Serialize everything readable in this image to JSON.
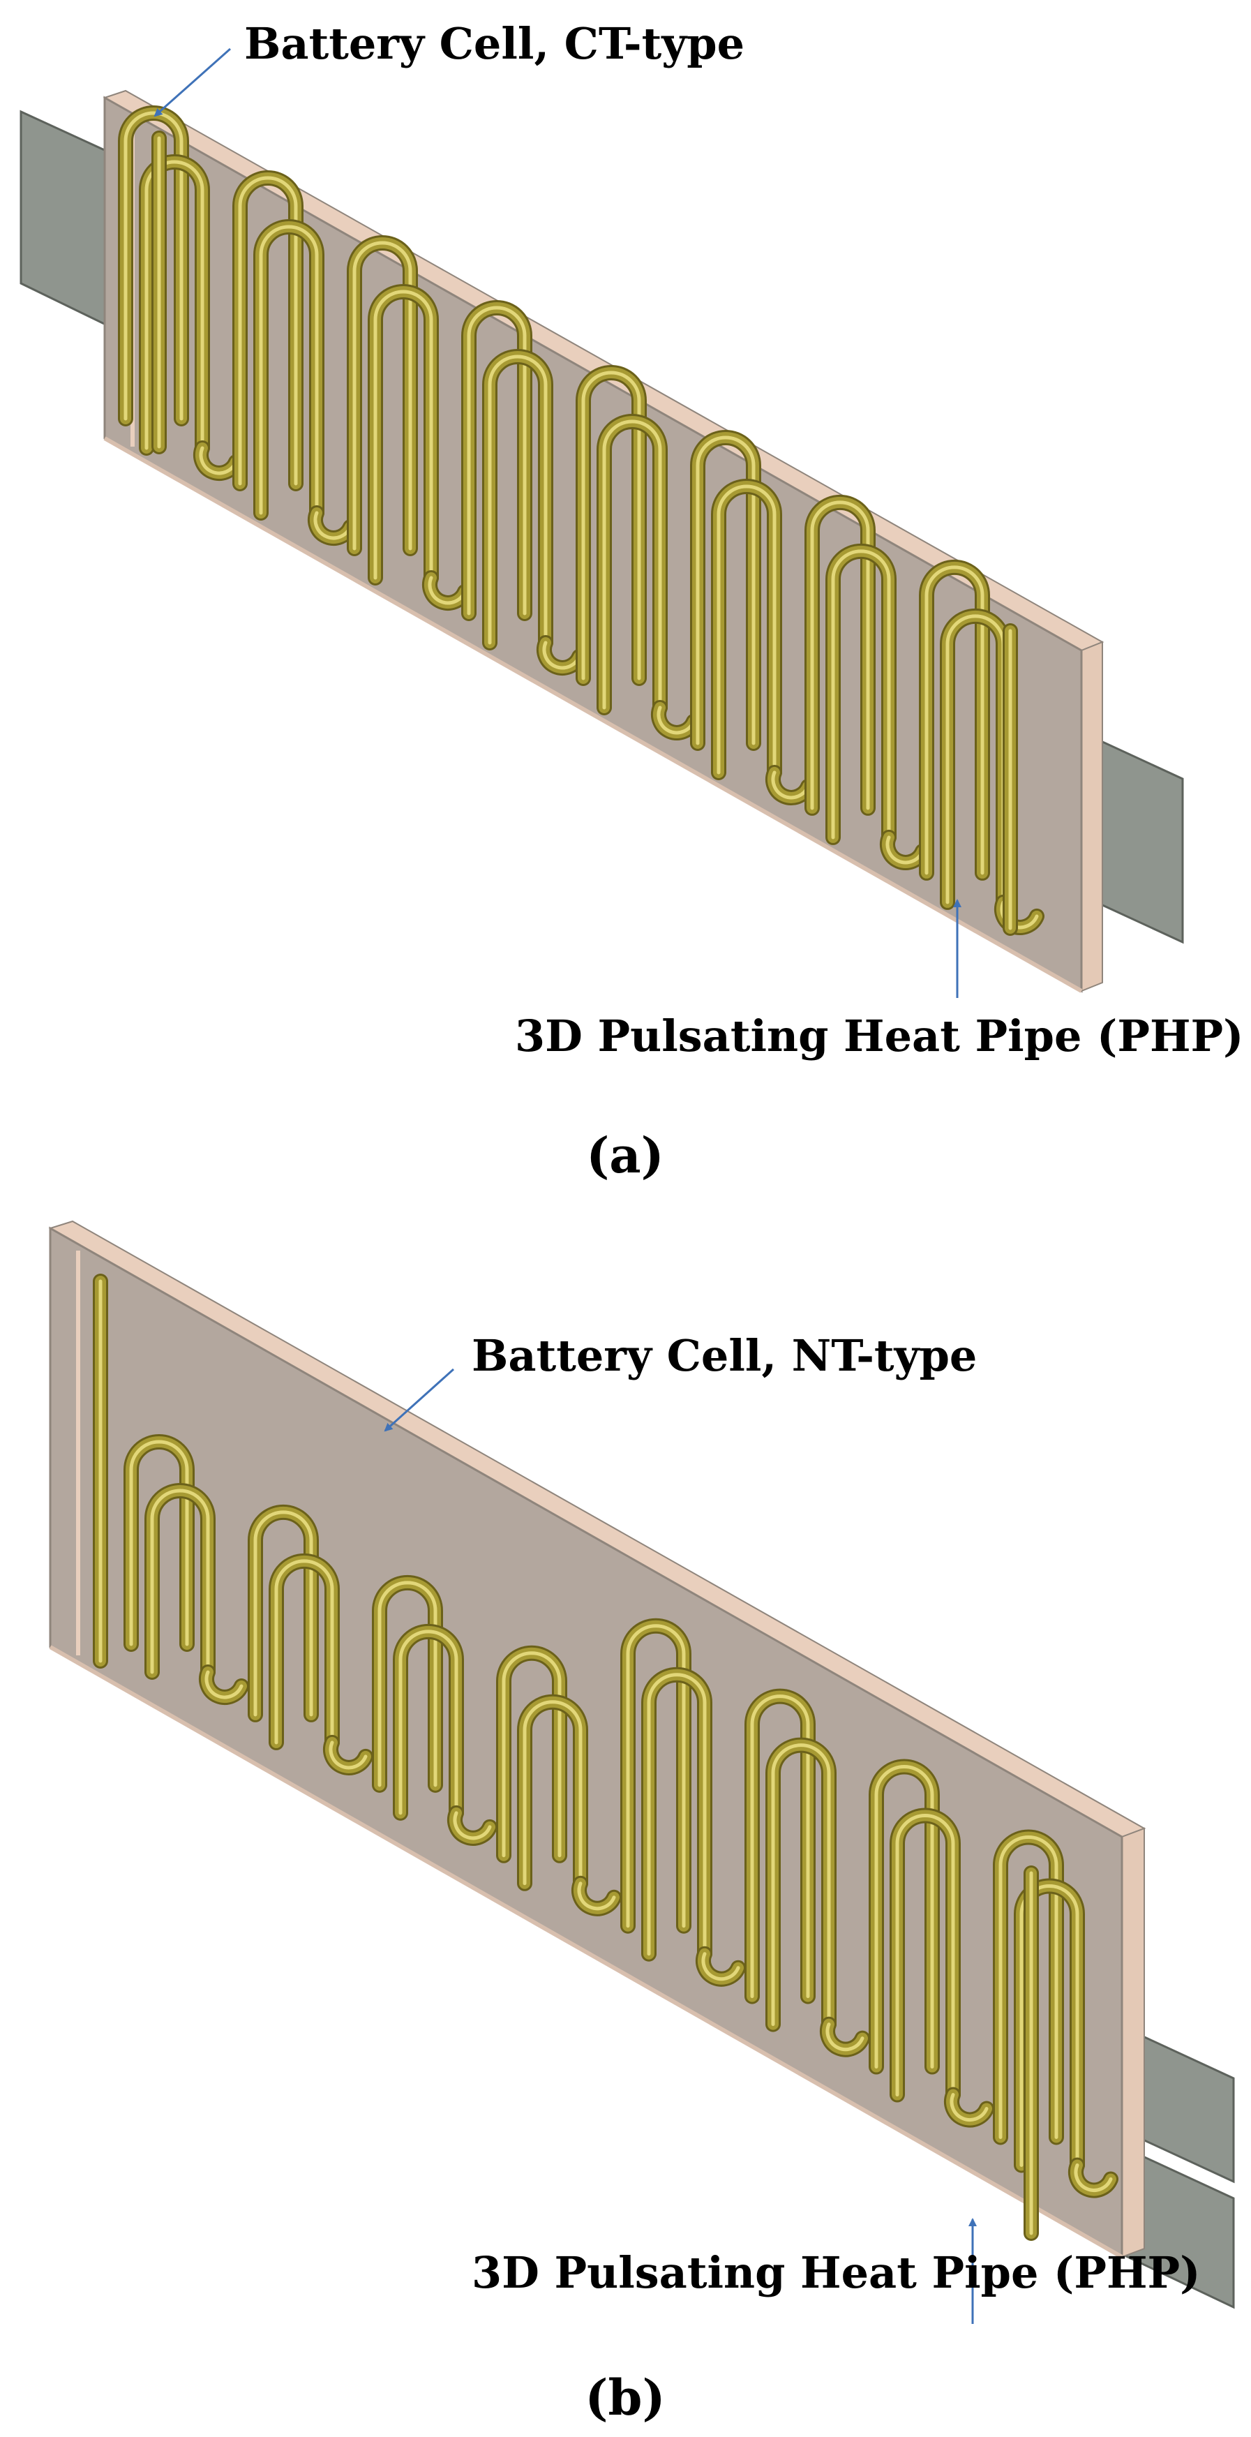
{
  "panel_a": {
    "cell_label": "Battery Cell, CT-type",
    "php_label": "3D Pulsating Heat Pipe (PHP)",
    "caption": "(a)"
  },
  "panel_b": {
    "cell_label": "Battery Cell, NT-type",
    "php_label": "3D Pulsating Heat Pipe (PHP)",
    "caption": "(b)"
  },
  "colors": {
    "cell_fill": "#b3a79e",
    "cell_edge": "#e9cfbd",
    "cell_outline": "#8f857c",
    "pipe": "#a79a33",
    "pipe_highlight": "#e2d779",
    "pipe_shadow": "#6b611a",
    "tab_fill": "#8f958e",
    "arrow": "#3f72b8"
  }
}
